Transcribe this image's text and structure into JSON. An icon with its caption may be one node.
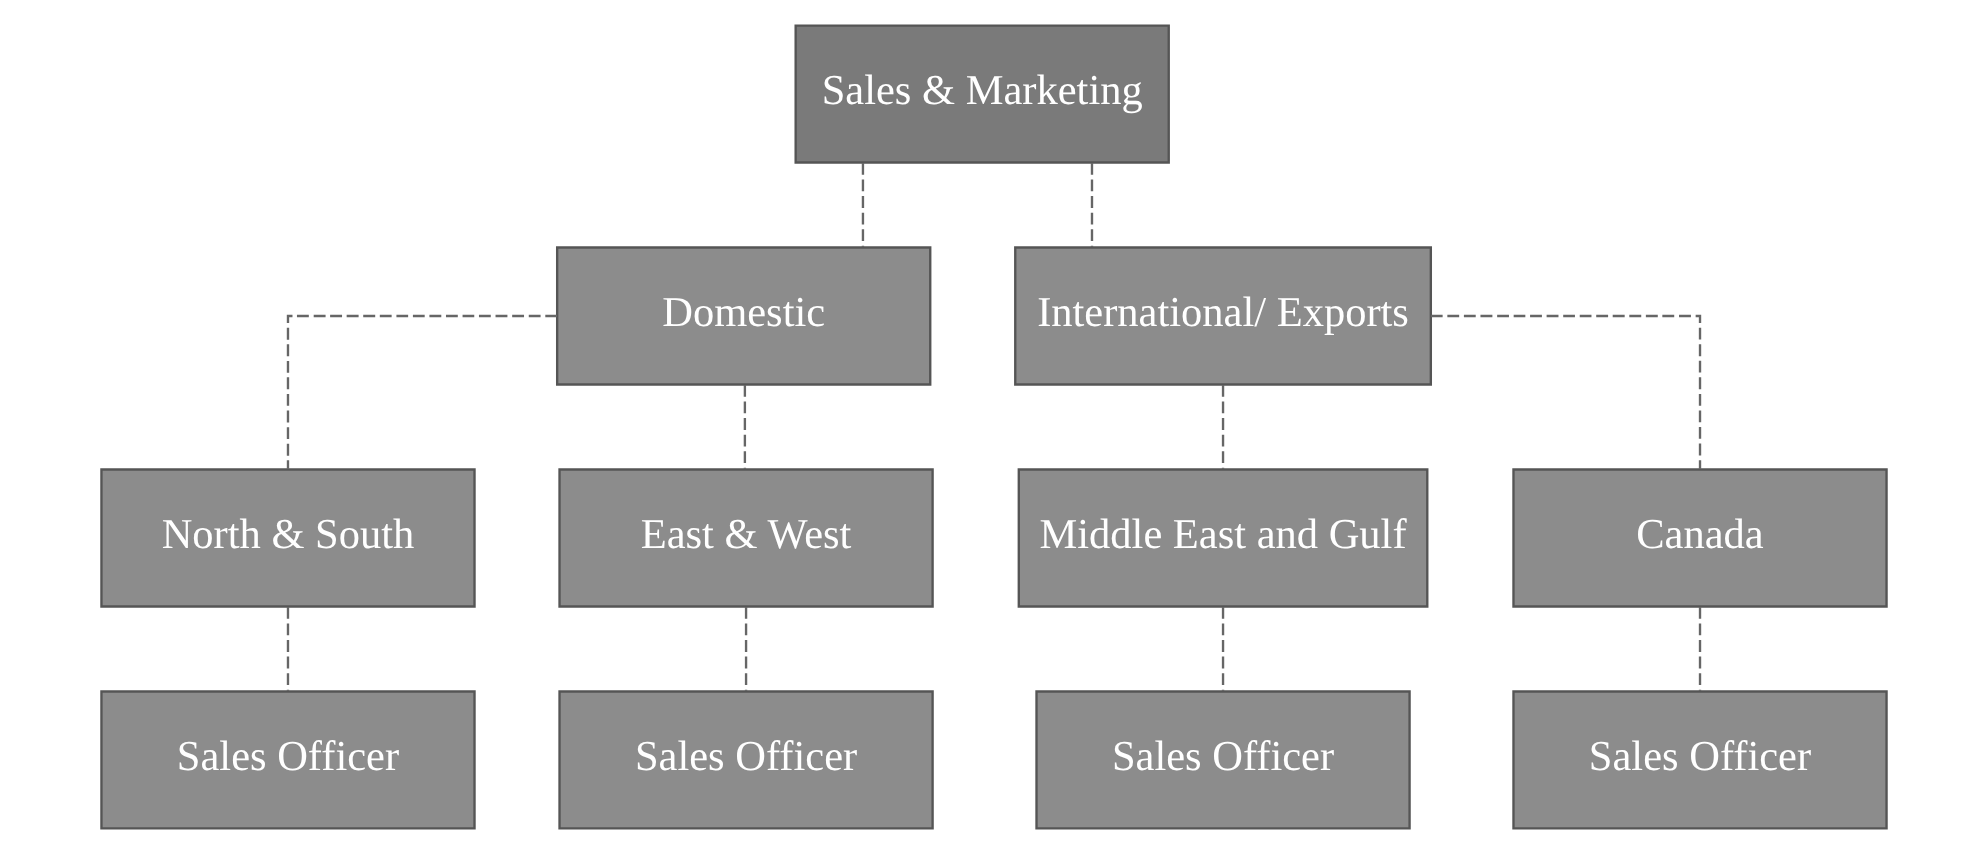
{
  "diagram": {
    "nodes": [
      {
        "text": [
          "Sales & Marketing"
        ]
      },
      {
        "text": [
          "Domestic"
        ]
      },
      {
        "text": [
          "International/ Exports"
        ]
      },
      {
        "text": [
          "North & South"
        ]
      },
      {
        "text": [
          "East & West"
        ]
      },
      {
        "text": [
          "Middle East and Gulf"
        ]
      },
      {
        "text": [
          "Canada"
        ]
      },
      {
        "text": [
          "Sales Officer"
        ]
      },
      {
        "text": [
          "Sales Officer"
        ]
      },
      {
        "text": [
          "Sales Officer"
        ]
      },
      {
        "text": [
          "Sales Officer"
        ]
      }
    ],
    "edges": [
      {
        "from": 0,
        "to": 1,
        "arrow": "none"
      },
      {
        "from": 0,
        "to": 2,
        "arrow": "none"
      },
      {
        "from": 1,
        "to": 3,
        "arrow": "none"
      },
      {
        "from": 1,
        "to": 4,
        "arrow": "none"
      },
      {
        "from": 2,
        "to": 5,
        "arrow": "none"
      },
      {
        "from": 2,
        "to": 6,
        "arrow": "none"
      },
      {
        "from": 3,
        "to": 7,
        "arrow": "none"
      },
      {
        "from": 4,
        "to": 8,
        "arrow": "none"
      },
      {
        "from": 5,
        "to": 9,
        "arrow": "none"
      },
      {
        "from": 6,
        "to": 10,
        "arrow": "none"
      }
    ]
  }
}
